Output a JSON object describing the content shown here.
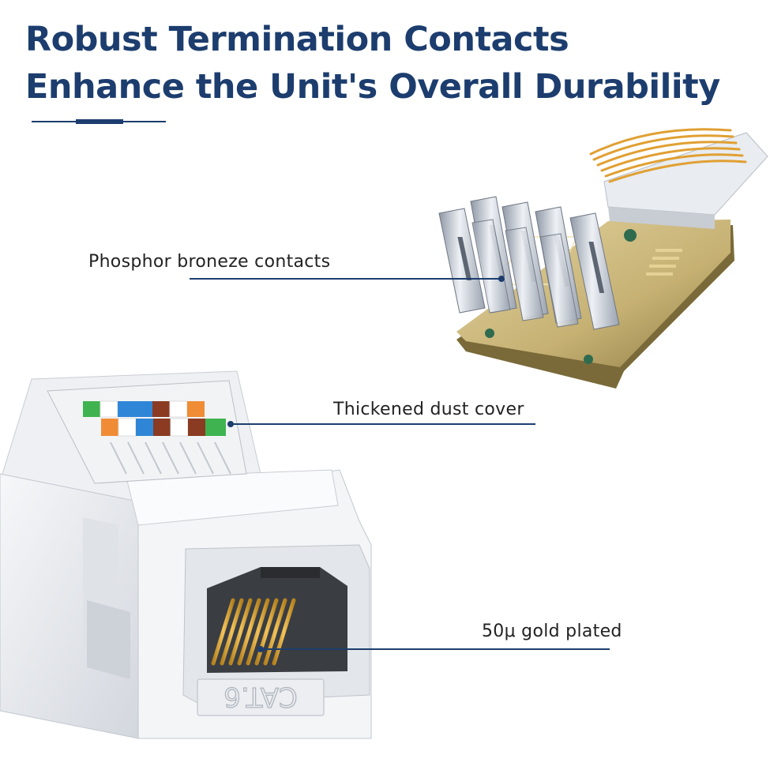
{
  "headline": {
    "line1": "Robust Termination Contacts",
    "line2": "Enhance the Unit's Overall Durability"
  },
  "callouts": [
    {
      "id": "phosphor",
      "label": "Phosphor broneze contacts"
    },
    {
      "id": "dust",
      "label": "Thickened dust cover"
    },
    {
      "id": "gold",
      "label": "50μ gold plated"
    }
  ],
  "jack_mark": "CAT.6",
  "colors": {
    "title": "#1c3d6e",
    "line": "#1c3d6e",
    "pcb": "#c9b77a",
    "gold": "#d9a53a",
    "body": "#e8eaee",
    "wire_green": "#3fb34f",
    "wire_orange": "#f08c36",
    "wire_blue": "#2f86d6",
    "wire_brown": "#8a3b22"
  }
}
